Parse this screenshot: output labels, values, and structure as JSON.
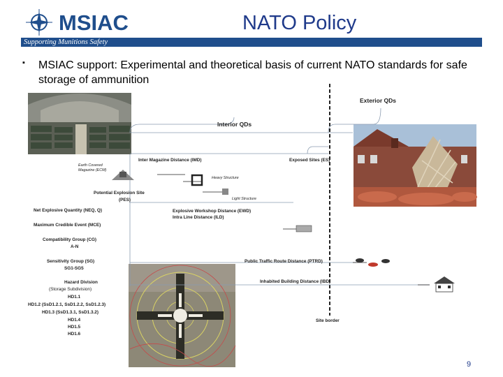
{
  "header": {
    "brand": "MSIAC",
    "tagline": "Supporting Munitions Safety",
    "title": "NATO Policy",
    "colors": {
      "brand_blue": "#1f4e8c",
      "title_blue": "#1f3a8a"
    }
  },
  "bullet": {
    "text": "MSIAC support: Experimental and theoretical basis of current NATO standards for safe storage of ammunition"
  },
  "diagram": {
    "exterior_qds": "Exterior QDs",
    "interior_qds": "Interior QDs",
    "imd": "Inter Magazine Distance (IMD)",
    "es": "Exposed Sites (ES)",
    "ecm": "Earth Covered Magazine (ECM)",
    "heavy": "Heavy Structure",
    "pes": "Potential Explosion Site (PES)",
    "light": "Light Structure",
    "ewd": "Explosive Workshop Distance (EWD)",
    "ild": "Intra Line Distance (ILD)",
    "ptrd": "Public Traffic Route Distance (PTRD)",
    "ibd": "Inhabited Building Distance (IBD)",
    "site_border": "Site border",
    "left_terms": {
      "neq": "Net Explosive Quantity (NEQ, Q)",
      "mce": "Maximum Credible Event (MCE)",
      "cg": "Compatibility Group (CG)",
      "cg_range": "A-N",
      "sg": "Sensitivity Group (SG)",
      "sg_range": "SG1-SG5",
      "hd": "Hazard Division",
      "hd_sub": "(Storage Subdivision)",
      "hd11": "HD1.1",
      "hd12": "HD1.2 (SsD1.2.1, SsD1.2.2, SsD1.2.3)",
      "hd13": "HD1.3 (SsD1.3.1, SsD1.3.2)",
      "hd14": "HD1.4",
      "hd15": "HD1.5",
      "hd16": "HD1.6"
    }
  },
  "footer": {
    "page_number": "9"
  }
}
